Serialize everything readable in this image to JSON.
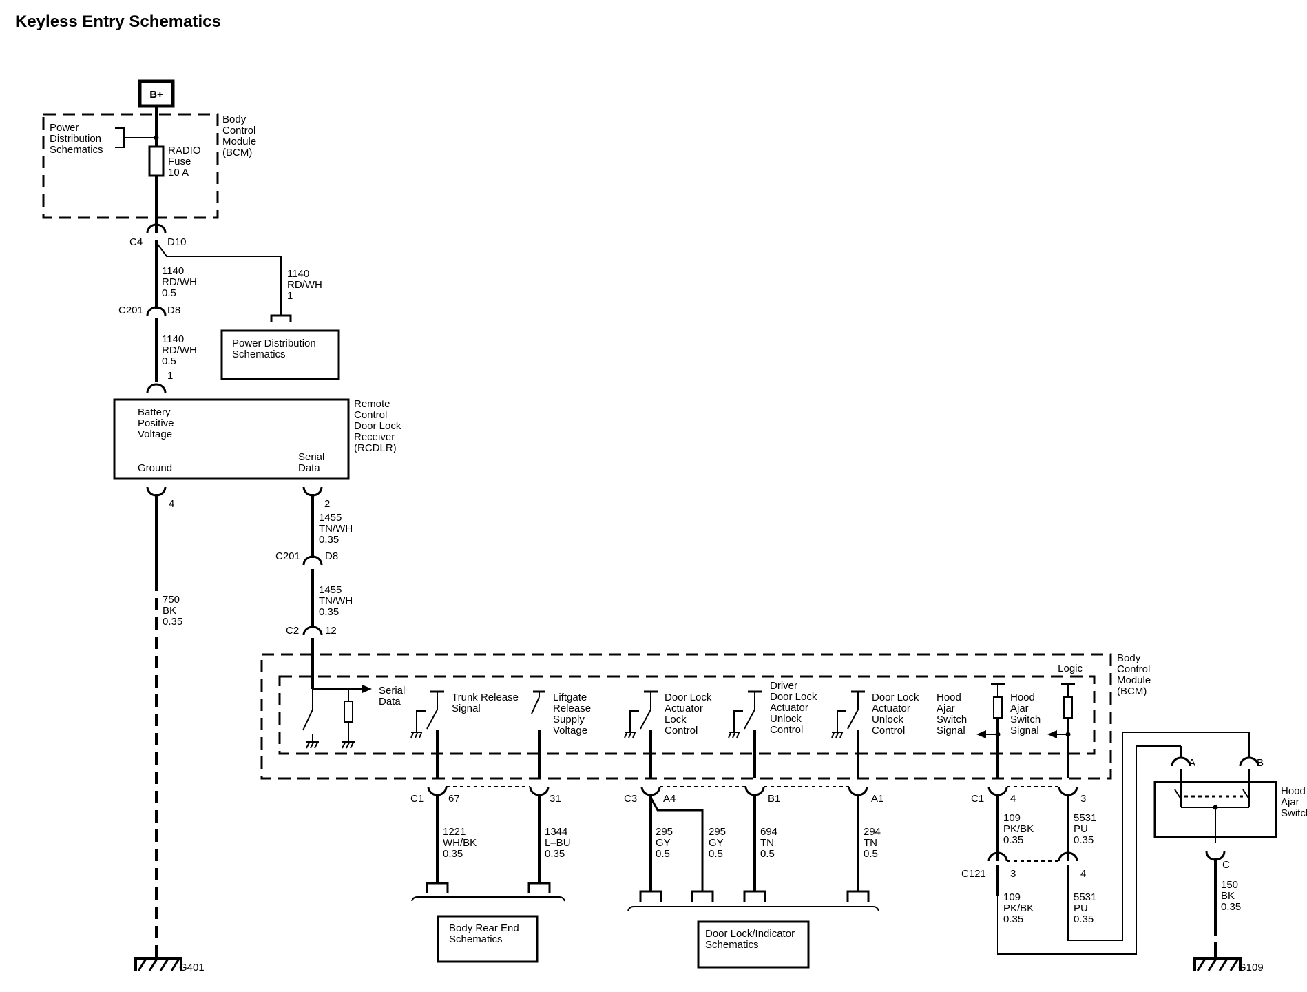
{
  "title": "Keyless Entry Schematics",
  "top": {
    "battery": "B+",
    "pd_ref": [
      "Power",
      "Distribution",
      "Schematics"
    ],
    "fuse": [
      "RADIO",
      "Fuse",
      "10 A"
    ],
    "bcm": [
      "Body",
      "Control",
      "Module",
      "(BCM)"
    ],
    "c4": "C4",
    "d10": "D10",
    "wire_a": [
      "1140",
      "RD/WH",
      "0.5"
    ],
    "wire_b": [
      "1140",
      "RD/WH",
      "1"
    ],
    "pd_box": [
      "Power Distribution",
      "Schematics"
    ],
    "c201": "C201",
    "d8": "D8",
    "wire_c": [
      "1140",
      "RD/WH",
      "0.5"
    ],
    "pin_1": "1"
  },
  "rcdlr": {
    "label": [
      "Remote",
      "Control",
      "Door Lock",
      "Receiver",
      "(RCDLR)"
    ],
    "bat_pos": [
      "Battery",
      "Positive",
      "Voltage"
    ],
    "ground": "Ground",
    "serial": [
      "Serial",
      "Data"
    ],
    "pin_4": "4",
    "pin_2": "2"
  },
  "ground_wire": [
    "750",
    "BK",
    "0.35"
  ],
  "g401": "G401",
  "serial_path": {
    "wire_a": [
      "1455",
      "TN/WH",
      "0.35"
    ],
    "c201": "C201",
    "d8": "D8",
    "wire_b": [
      "1455",
      "TN/WH",
      "0.35"
    ],
    "c2": "C2",
    "pin_12": "12"
  },
  "bcm_logic": {
    "label": [
      "Body",
      "Control",
      "Module",
      "(BCM)"
    ],
    "logic": "Logic",
    "serial": [
      "Serial",
      "Data"
    ],
    "trunk": [
      "Trunk Release",
      "Signal"
    ],
    "liftgate": [
      "Liftgate",
      "Release",
      "Supply",
      "Voltage"
    ],
    "lock": [
      "Door Lock",
      "Actuator",
      "Lock",
      "Control"
    ],
    "driver_unlock": [
      "Driver",
      "Door Lock",
      "Actuator",
      "Unlock",
      "Control"
    ],
    "unlock": [
      "Door Lock",
      "Actuator",
      "Unlock",
      "Control"
    ],
    "hood1": [
      "Hood",
      "Ajar",
      "Switch",
      "Signal"
    ],
    "hood2": [
      "Hood",
      "Ajar",
      "Switch",
      "Signal"
    ]
  },
  "connectors": {
    "c1": "C1",
    "p67": "67",
    "p31": "31",
    "c3": "C3",
    "a4": "A4",
    "b1": "B1",
    "a1": "A1",
    "c1b": "C1",
    "p4": "4",
    "p3": "3",
    "c121": "C121",
    "p3b": "3",
    "p4b": "4"
  },
  "wires": {
    "w1221": [
      "1221",
      "WH/BK",
      "0.35"
    ],
    "w1344": [
      "1344",
      "L–BU",
      "0.35"
    ],
    "w295a": [
      "295",
      "GY",
      "0.5"
    ],
    "w295b": [
      "295",
      "GY",
      "0.5"
    ],
    "w694": [
      "694",
      "TN",
      "0.5"
    ],
    "w294": [
      "294",
      "TN",
      "0.5"
    ],
    "w109a": [
      "109",
      "PK/BK",
      "0.35"
    ],
    "w5531a": [
      "5531",
      "PU",
      "0.35"
    ],
    "w109b": [
      "109",
      "PK/BK",
      "0.35"
    ],
    "w5531b": [
      "5531",
      "PU",
      "0.35"
    ],
    "w150": [
      "150",
      "BK",
      "0.35"
    ]
  },
  "refs": {
    "body_rear": [
      "Body Rear End",
      "Schematics"
    ],
    "door_lock": [
      "Door Lock/Indicator",
      "Schematics"
    ]
  },
  "hood_switch": {
    "label": [
      "Hood",
      "Ajar",
      "Switch"
    ],
    "a": "A",
    "b": "B",
    "c": "C"
  },
  "g109": "G109"
}
